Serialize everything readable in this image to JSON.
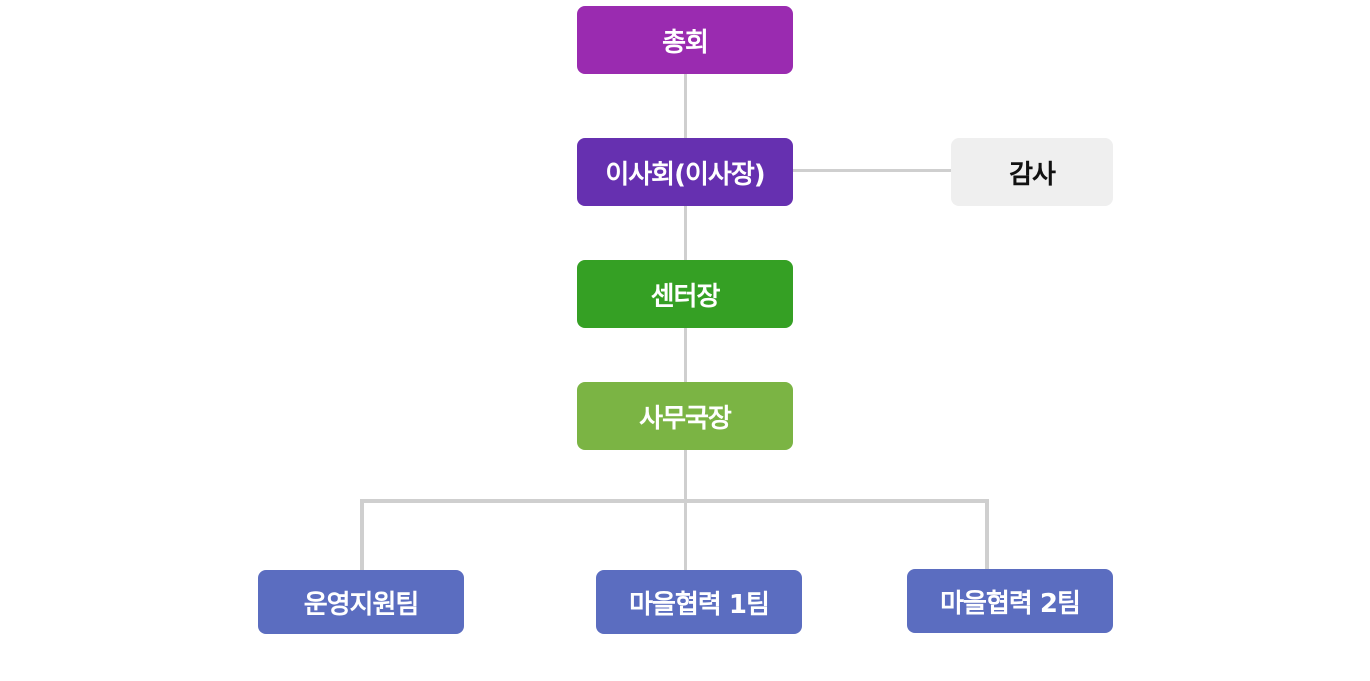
{
  "org_chart": {
    "nodes": {
      "assembly": {
        "label": "총회",
        "color": "#9a2bb0"
      },
      "board": {
        "label": "이사회(이사장)",
        "color": "#6630b0"
      },
      "audit": {
        "label": "감사",
        "color": "#efefef"
      },
      "director": {
        "label": "센터장",
        "color": "#35a024"
      },
      "secretary_general": {
        "label": "사무국장",
        "color": "#7bb444"
      },
      "team_operations": {
        "label": "운영지원팀",
        "color": "#5b6dc0"
      },
      "team_village_1": {
        "label": "마을협력 1팀",
        "color": "#5b6dc0"
      },
      "team_village_2": {
        "label": "마을협력 2팀",
        "color": "#5b6dc0"
      }
    },
    "connector_color": "#cfcfcf"
  }
}
